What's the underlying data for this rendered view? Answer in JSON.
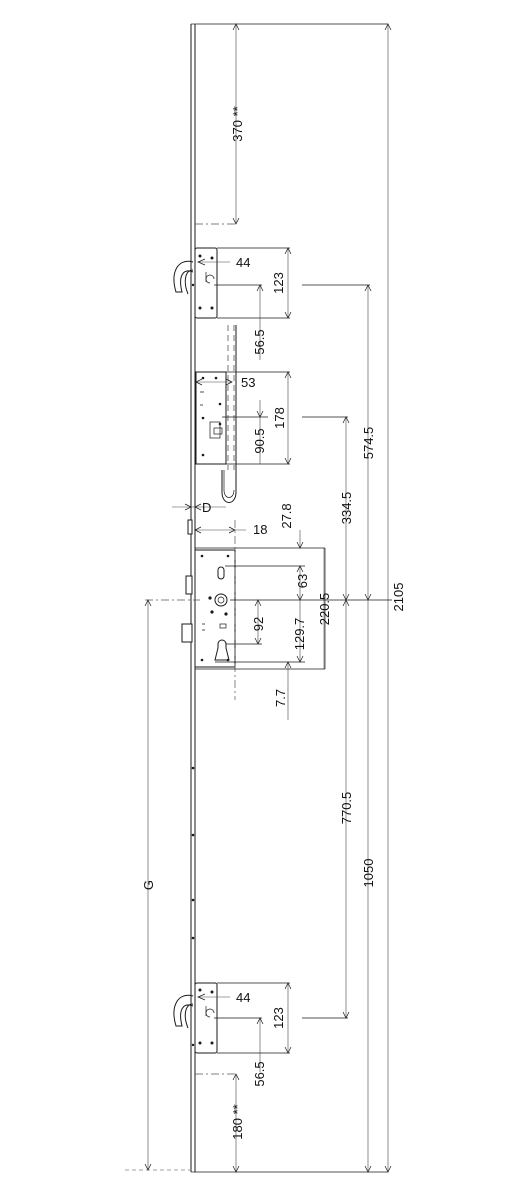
{
  "dimensions": {
    "top_gap": "370 **",
    "bottom_gap": "180 **",
    "hook_upper_width": "44",
    "hook_upper_height": "123",
    "hook_upper_offset": "56.5",
    "hook_upper_to_center": "574.5",
    "hook_lower_width": "44",
    "hook_lower_height": "123",
    "hook_lower_offset": "56.5",
    "top_lock_width": "53",
    "top_lock_height": "178",
    "top_lock_offset": "90.5",
    "top_lock_to_center": "334.5",
    "backset_label": "D",
    "faceplate_offset": "18",
    "main_case_top": "27.8",
    "main_follower": "63",
    "main_pz": "92",
    "main_lower": "129.7",
    "main_case_height": "220.5",
    "main_bottom_gap": "7.7",
    "lower_hook_to_center": "770.5",
    "center_to_bottom": "1050",
    "total_length": "2105",
    "handle_height_label": "G"
  },
  "colors": {
    "line": "#1a1a1a",
    "dash": "#555555",
    "background": "#ffffff"
  }
}
